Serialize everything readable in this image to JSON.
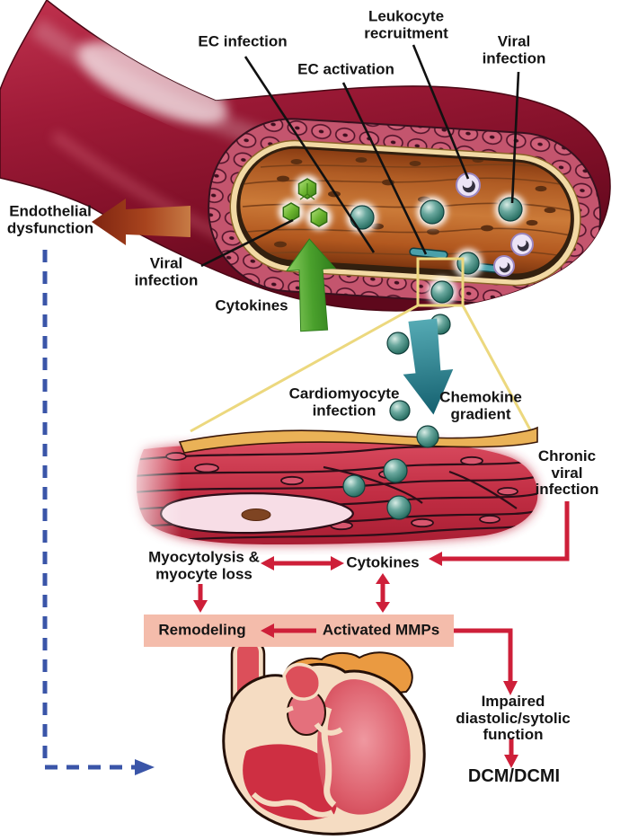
{
  "figure": {
    "type": "viral-myocarditis-pathway-diagram",
    "vessel": {
      "ec_infection": "EC infection",
      "ec_activation": "EC activation",
      "leukocyte_recruitment": "Leukocyte\nrecruitment",
      "viral_infection_lumen": "Viral\ninfection",
      "viral_infection_endothelium": "Viral\ninfection",
      "endothelial_dysfunction": "Endothelial\ndysfunction",
      "cytokines": "Cytokines"
    },
    "myocardium": {
      "cardiomyocyte_infection": "Cardiomyocyte\ninfection",
      "chemokine_gradient": "Chemokine\ngradient",
      "chronic_viral_infection": "Chronic\nviral\ninfection",
      "myocytolysis": "Myocytolysis &\nmyocyte loss",
      "cytokines": "Cytokines"
    },
    "pathway": {
      "remodeling": "Remodeling",
      "activated_mmps": "Activated MMPs",
      "impaired_function": "Impaired diastolic/sytolic\nfunction",
      "outcome": "DCM/DCMI"
    },
    "colors": {
      "flow_arrow_red": "#ce1f39",
      "feedback_arrow_blue": "#3a55a8",
      "cytokine_arrow_green": "#4aa02c",
      "chemokine_arrow_teal": "#2c8294",
      "dysfunction_arrow_brown": "#a8441e",
      "pathway_box_salmon": "#f4bcab",
      "vessel_wall_maroon": "#7c0e26",
      "media_pink": "#c4556e",
      "membrane_cream": "#f2d9a4",
      "lumen_orange": "#cb7a38",
      "virus_green": "#6cb52f",
      "virus_teal": "#2e7468",
      "leukocyte_lavender": "#ece4f6",
      "magnifier_yellow": "#ecd87e"
    }
  }
}
